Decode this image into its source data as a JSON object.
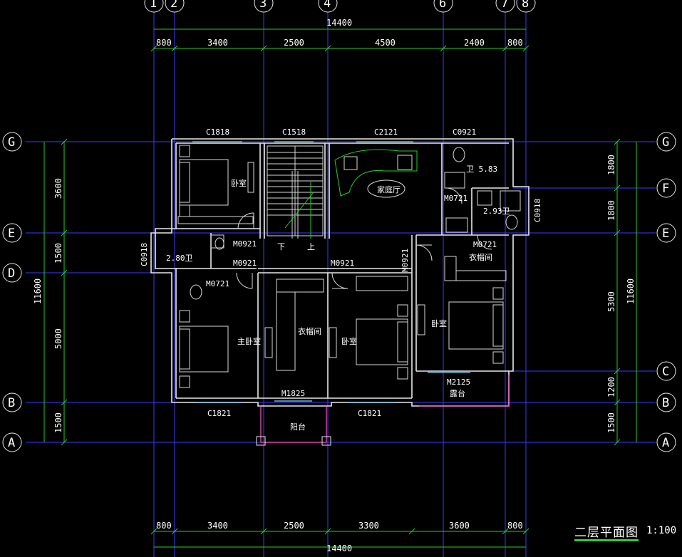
{
  "colors": {
    "background": "#000000",
    "axis_grid": "#3a3aff",
    "dimension": "#20d020",
    "walls": "#e8e8e8",
    "glass": "#7fdcff",
    "railing": "#ff4fd8",
    "title_underline": "#2ecc40"
  },
  "axes": {
    "top_bubbles": [
      "1",
      "2",
      "3",
      "4",
      "6",
      "7",
      "8"
    ],
    "left_bubbles": [
      "G",
      "E",
      "D",
      "B",
      "A"
    ],
    "right_bubbles": [
      "G",
      "F",
      "E",
      "C",
      "B",
      "A"
    ]
  },
  "dimensions": {
    "top_total": "14400",
    "top_segments": [
      "800",
      "3400",
      "2500",
      "4500",
      "2400",
      "800"
    ],
    "bottom_segments": [
      "800",
      "3400",
      "2500",
      "3300",
      "3600",
      "800"
    ],
    "bottom_total": "14400",
    "left_segments": [
      "3600",
      "1500",
      "5000",
      "1500"
    ],
    "left_total": "11600",
    "right_segments": [
      "1800",
      "1800",
      "5300",
      "1200",
      "1500"
    ],
    "right_total": "11600"
  },
  "labels": {
    "window_c1818": "C1818",
    "window_c1518": "C1518",
    "window_c2121": "C2121",
    "window_c0921": "C0921",
    "window_c0918_left": "C0918",
    "window_c0918_right": "C0918",
    "window_c1821_left": "C1821",
    "window_c1821_right": "C1821",
    "door_m0921_a": "M0921",
    "door_m0921_b": "M0921",
    "door_m0921_c": "M0921",
    "door_m0921_d": "M0921",
    "door_m0721_a": "M0721",
    "door_m0721_b": "M0721",
    "door_m0721_c": "M0721",
    "door_m1825": "M1825",
    "door_m2125": "M2125",
    "bath_left": "2.80卫",
    "bath_top_right": "卫 5.83",
    "bath_right": "2.93卫",
    "stair_down": "下",
    "stair_up": "上",
    "room_bedroom_nw": "卧室",
    "room_family_hall": "家庭厅",
    "room_master": "主卧室",
    "room_closet_mid": "衣帽间",
    "room_bedroom_mid": "卧室",
    "room_closet_e": "衣帽间",
    "room_bedroom_e": "卧室",
    "room_balcony_e": "露台",
    "room_balcony_s": "阳台"
  },
  "title": {
    "text": "二层平面图",
    "scale": "1:100"
  }
}
